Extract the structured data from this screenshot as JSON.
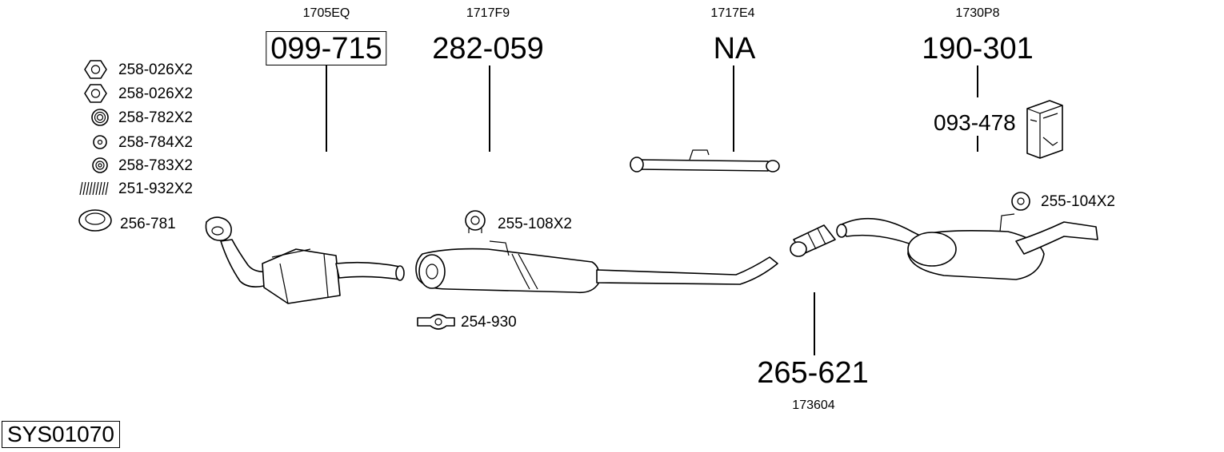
{
  "system_code": "SYS01070",
  "columns": [
    {
      "oem": "1705EQ",
      "part": "099-715",
      "boxed": true
    },
    {
      "oem": "1717F9",
      "part": "282-059",
      "boxed": false
    },
    {
      "oem": "1717E4",
      "part": "NA",
      "boxed": false
    },
    {
      "oem": "1730P8",
      "part": "190-301",
      "boxed": false
    }
  ],
  "accessory_list": [
    {
      "label": "258-026X2",
      "icon": "hex-nut-icon"
    },
    {
      "label": "258-026X2",
      "icon": "hex-nut-icon"
    },
    {
      "label": "258-782X2",
      "icon": "flange-nut-icon"
    },
    {
      "label": "258-784X2",
      "icon": "washer-icon"
    },
    {
      "label": "258-783X2",
      "icon": "ring-icon"
    },
    {
      "label": "251-932X2",
      "icon": "spring-icon"
    },
    {
      "label": "256-781",
      "icon": "gasket-ring-icon"
    }
  ],
  "mount_rubber_mid": "255-108X2",
  "clamp_mid": "254-930",
  "mount_rubber_rear": "255-104X2",
  "mounting_kit": "093-478",
  "connector": {
    "part": "265-621",
    "oem": "173604"
  }
}
